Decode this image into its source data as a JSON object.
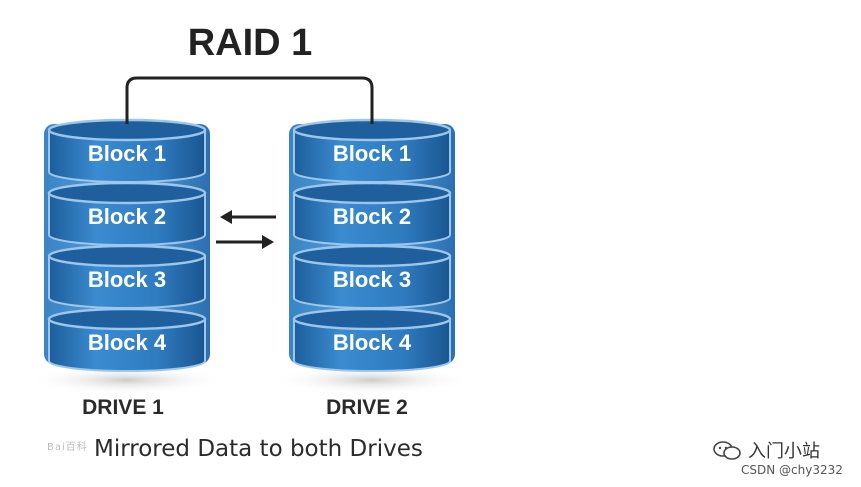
{
  "diagram": {
    "title": "RAID 1",
    "drives": [
      {
        "label": "DRIVE 1",
        "blocks": [
          "Block 1",
          "Block 2",
          "Block 3",
          "Block 4"
        ]
      },
      {
        "label": "DRIVE 2",
        "blocks": [
          "Block 1",
          "Block 2",
          "Block 3",
          "Block 4"
        ]
      }
    ],
    "caption": "Mirrored Data to both Drives",
    "colors": {
      "disk_front": "#2f7bc0",
      "disk_top": "#1f5f9e",
      "disk_edge": "#9cc6ea",
      "text": "#ffffff",
      "connector": "#222222"
    }
  },
  "watermark": {
    "left": "Bai百科",
    "brand": "入门小站",
    "credit": "CSDN @chy3232",
    "brand_icon": "wechat-style-bubble-icon"
  }
}
